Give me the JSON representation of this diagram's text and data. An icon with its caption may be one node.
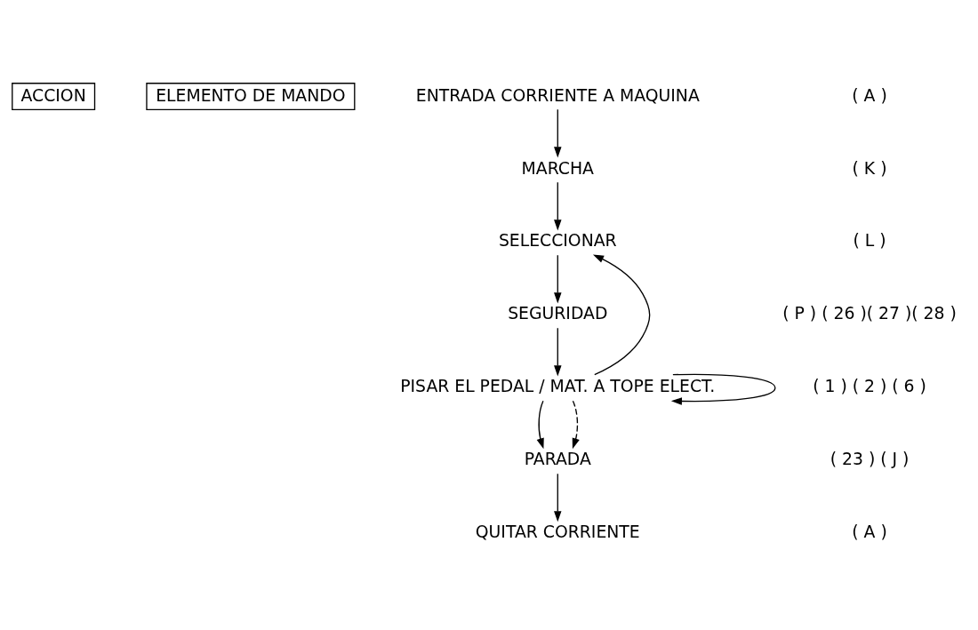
{
  "diagram": {
    "nodes": [
      {
        "text": [
          "ACCION"
        ]
      },
      {
        "text": [
          "ELEMENTO DE MANDO"
        ]
      },
      {
        "text": [
          "ENTRADA CORRIENTE A MAQUINA"
        ]
      },
      {
        "text": [
          "MARCHA"
        ]
      },
      {
        "text": [
          "SELECCIONAR"
        ]
      },
      {
        "text": [
          "SEGURIDAD"
        ]
      },
      {
        "text": [
          "PISAR EL PEDAL / MAT. A TOPE ELECT."
        ]
      },
      {
        "text": [
          "PARADA"
        ]
      },
      {
        "text": [
          "QUITAR CORRIENTE"
        ]
      }
    ],
    "edges": [
      {
        "from": 2,
        "to": 3,
        "arrow": "to"
      },
      {
        "from": 3,
        "to": 4,
        "arrow": "to"
      },
      {
        "from": 4,
        "to": 5,
        "arrow": "to"
      },
      {
        "from": 5,
        "to": 6,
        "arrow": "to"
      },
      {
        "from": 6,
        "to": 4,
        "arrow": "to"
      },
      {
        "from": 6,
        "to": 6,
        "arrow": "to"
      },
      {
        "from": 6,
        "to": 7,
        "arrow": "to"
      },
      {
        "from": 6,
        "to": 7,
        "arrow": "to",
        "style": "dashed"
      },
      {
        "from": 7,
        "to": 8,
        "arrow": "to"
      }
    ],
    "labels": [
      "( A )",
      "( K )",
      "( L )",
      "( P ) ( 26 )( 27 )( 28 )",
      "( 1 ) ( 2 ) ( 6 )",
      "( 23 ) ( J )",
      "( A )"
    ]
  }
}
